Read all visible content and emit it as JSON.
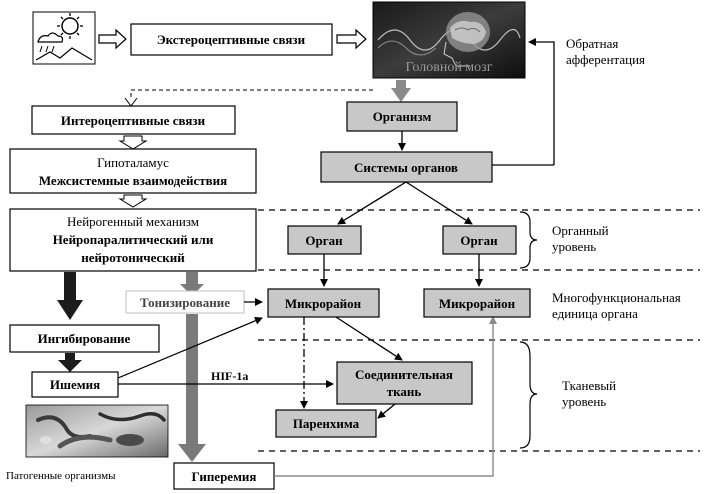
{
  "boxes": {
    "exteroceptive": "Экстероцептивные связи",
    "brain": "Головной мозг",
    "organism": "Организм",
    "organ_systems": "Системы органов",
    "interoceptive": "Интероцептивные связи",
    "hypothalamus_line1": "Гипоталамус",
    "hypothalamus_line2": "Межсистемные взаимодействия",
    "neurogenic_line1": "Нейрогенный механизм",
    "neurogenic_line2": "Нейропаралитический или",
    "neurogenic_line3": "нейротонический",
    "organ_left": "Орган",
    "organ_right": "Орган",
    "microdistrict_left": "Микрорайон",
    "microdistrict_right": "Микрорайон",
    "toning": "Тонизирование",
    "inhibition": "Ингибирование",
    "ischemia": "Ишемия",
    "connective_line1": "Соединительная",
    "connective_line2": "ткань",
    "parenchyma": "Паренхима",
    "hyperemia": "Гиперемия"
  },
  "labels": {
    "feedback_line1": "Обратная",
    "feedback_line2": "афферентация",
    "organ_level_line1": "Органный",
    "organ_level_line2": "уровень",
    "multi_unit_line1": "Многофункциональная",
    "multi_unit_line2": "единица органа",
    "tissue_level_line1": "Тканевый",
    "tissue_level_line2": "уровень",
    "hif": "HIF-1a",
    "pathogens": "Патогенные организмы"
  },
  "icons": {
    "sun_scene": "sun-cloud-rain-icon",
    "brain_image": "human-head-brain-image",
    "pathogens_image": "bacteria-microscopy-image"
  },
  "colors": {
    "gray_box": "#c8c8c8",
    "dark_arrow": "#2a2a2a",
    "gray_arrow": "#7a7a7a",
    "light_gray_line": "#8a8a8a"
  }
}
